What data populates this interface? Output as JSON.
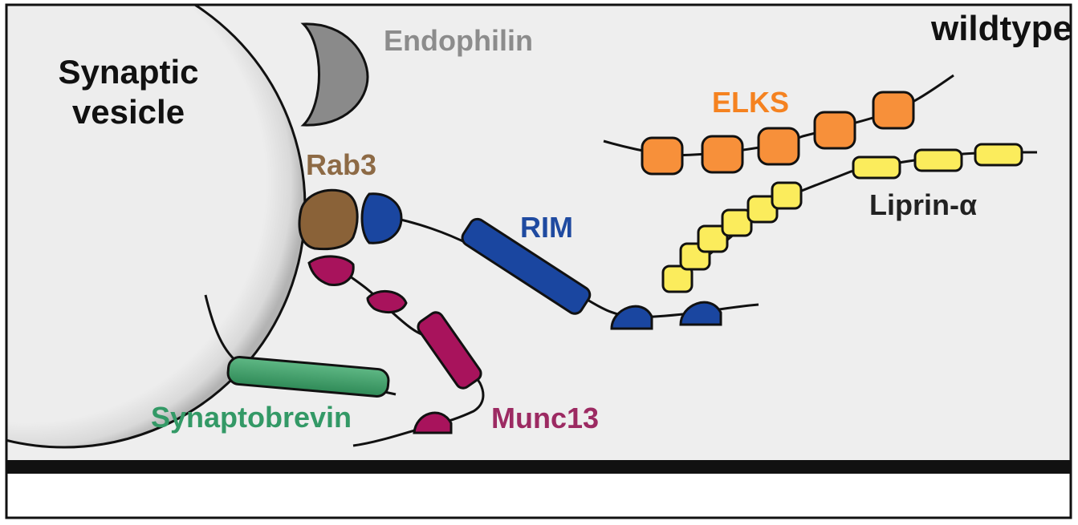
{
  "title": "wildtype",
  "labels": {
    "synaptic_vesicle_line1": "Synaptic",
    "synaptic_vesicle_line2": "vesicle",
    "endophilin": "Endophilin",
    "elks": "ELKS",
    "rab3": "Rab3",
    "rim": "RIM",
    "liprin": "Liprin-α",
    "synaptobrevin": "Synaptobrevin",
    "munc13": "Munc13"
  },
  "colors": {
    "background": "#eeeeee",
    "vesicle": "#ececec",
    "endophilin": "#8a8a8a",
    "elks": "#f7903a",
    "rab3": "#8a6238",
    "rim": "#1a46a0",
    "liprin": "#fbec5c",
    "synaptobrevin": "#3d9a66",
    "munc13": "#a8135c",
    "membrane": "#111111",
    "endophilin_label": "#8c8c8c",
    "elks_label": "#f58220",
    "rab3_label": "#8d6a45",
    "rim_label": "#1f4aa0",
    "liprin_label": "#222222",
    "synaptobrevin_label": "#339966",
    "munc13_label": "#9c2a62"
  }
}
